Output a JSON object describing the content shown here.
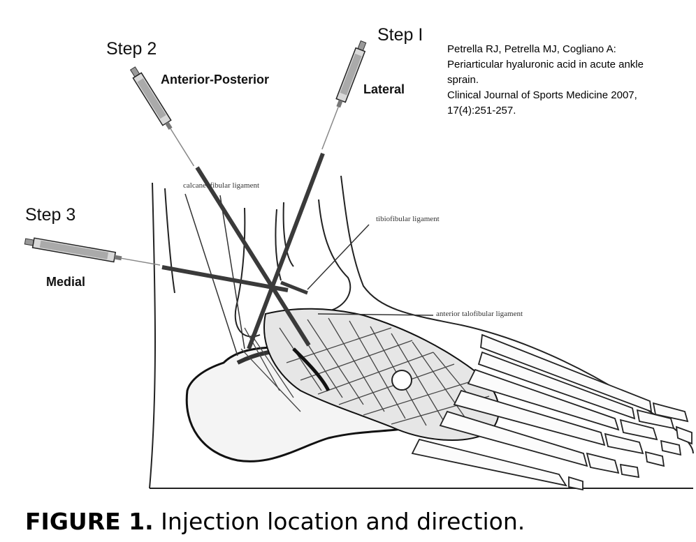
{
  "steps": {
    "step1": {
      "label": "Step I",
      "direction": "Lateral"
    },
    "step2": {
      "label": "Step 2",
      "direction": "Anterior-Posterior"
    },
    "step3": {
      "label": "Step 3",
      "direction": "Medial"
    }
  },
  "ligaments": {
    "calcaneofibular": "calcaneofibular ligament",
    "tibiofibular": "tibiofibular ligament",
    "anterior_talofibular": "anterior talofibular ligament"
  },
  "citation": {
    "line1": "Petrella RJ, Petrella MJ, Cogliano A:",
    "line2": "Periarticular hyaluronic acid in acute ankle",
    "line3": "sprain.",
    "line4": "Clinical Journal of Sports Medicine 2007,",
    "line5": "17(4):251-257."
  },
  "caption": {
    "label": "FIGURE 1.",
    "text": "Injection location and direction."
  },
  "colors": {
    "needle_line": "#3a3a3a",
    "drawing": "#222222"
  }
}
